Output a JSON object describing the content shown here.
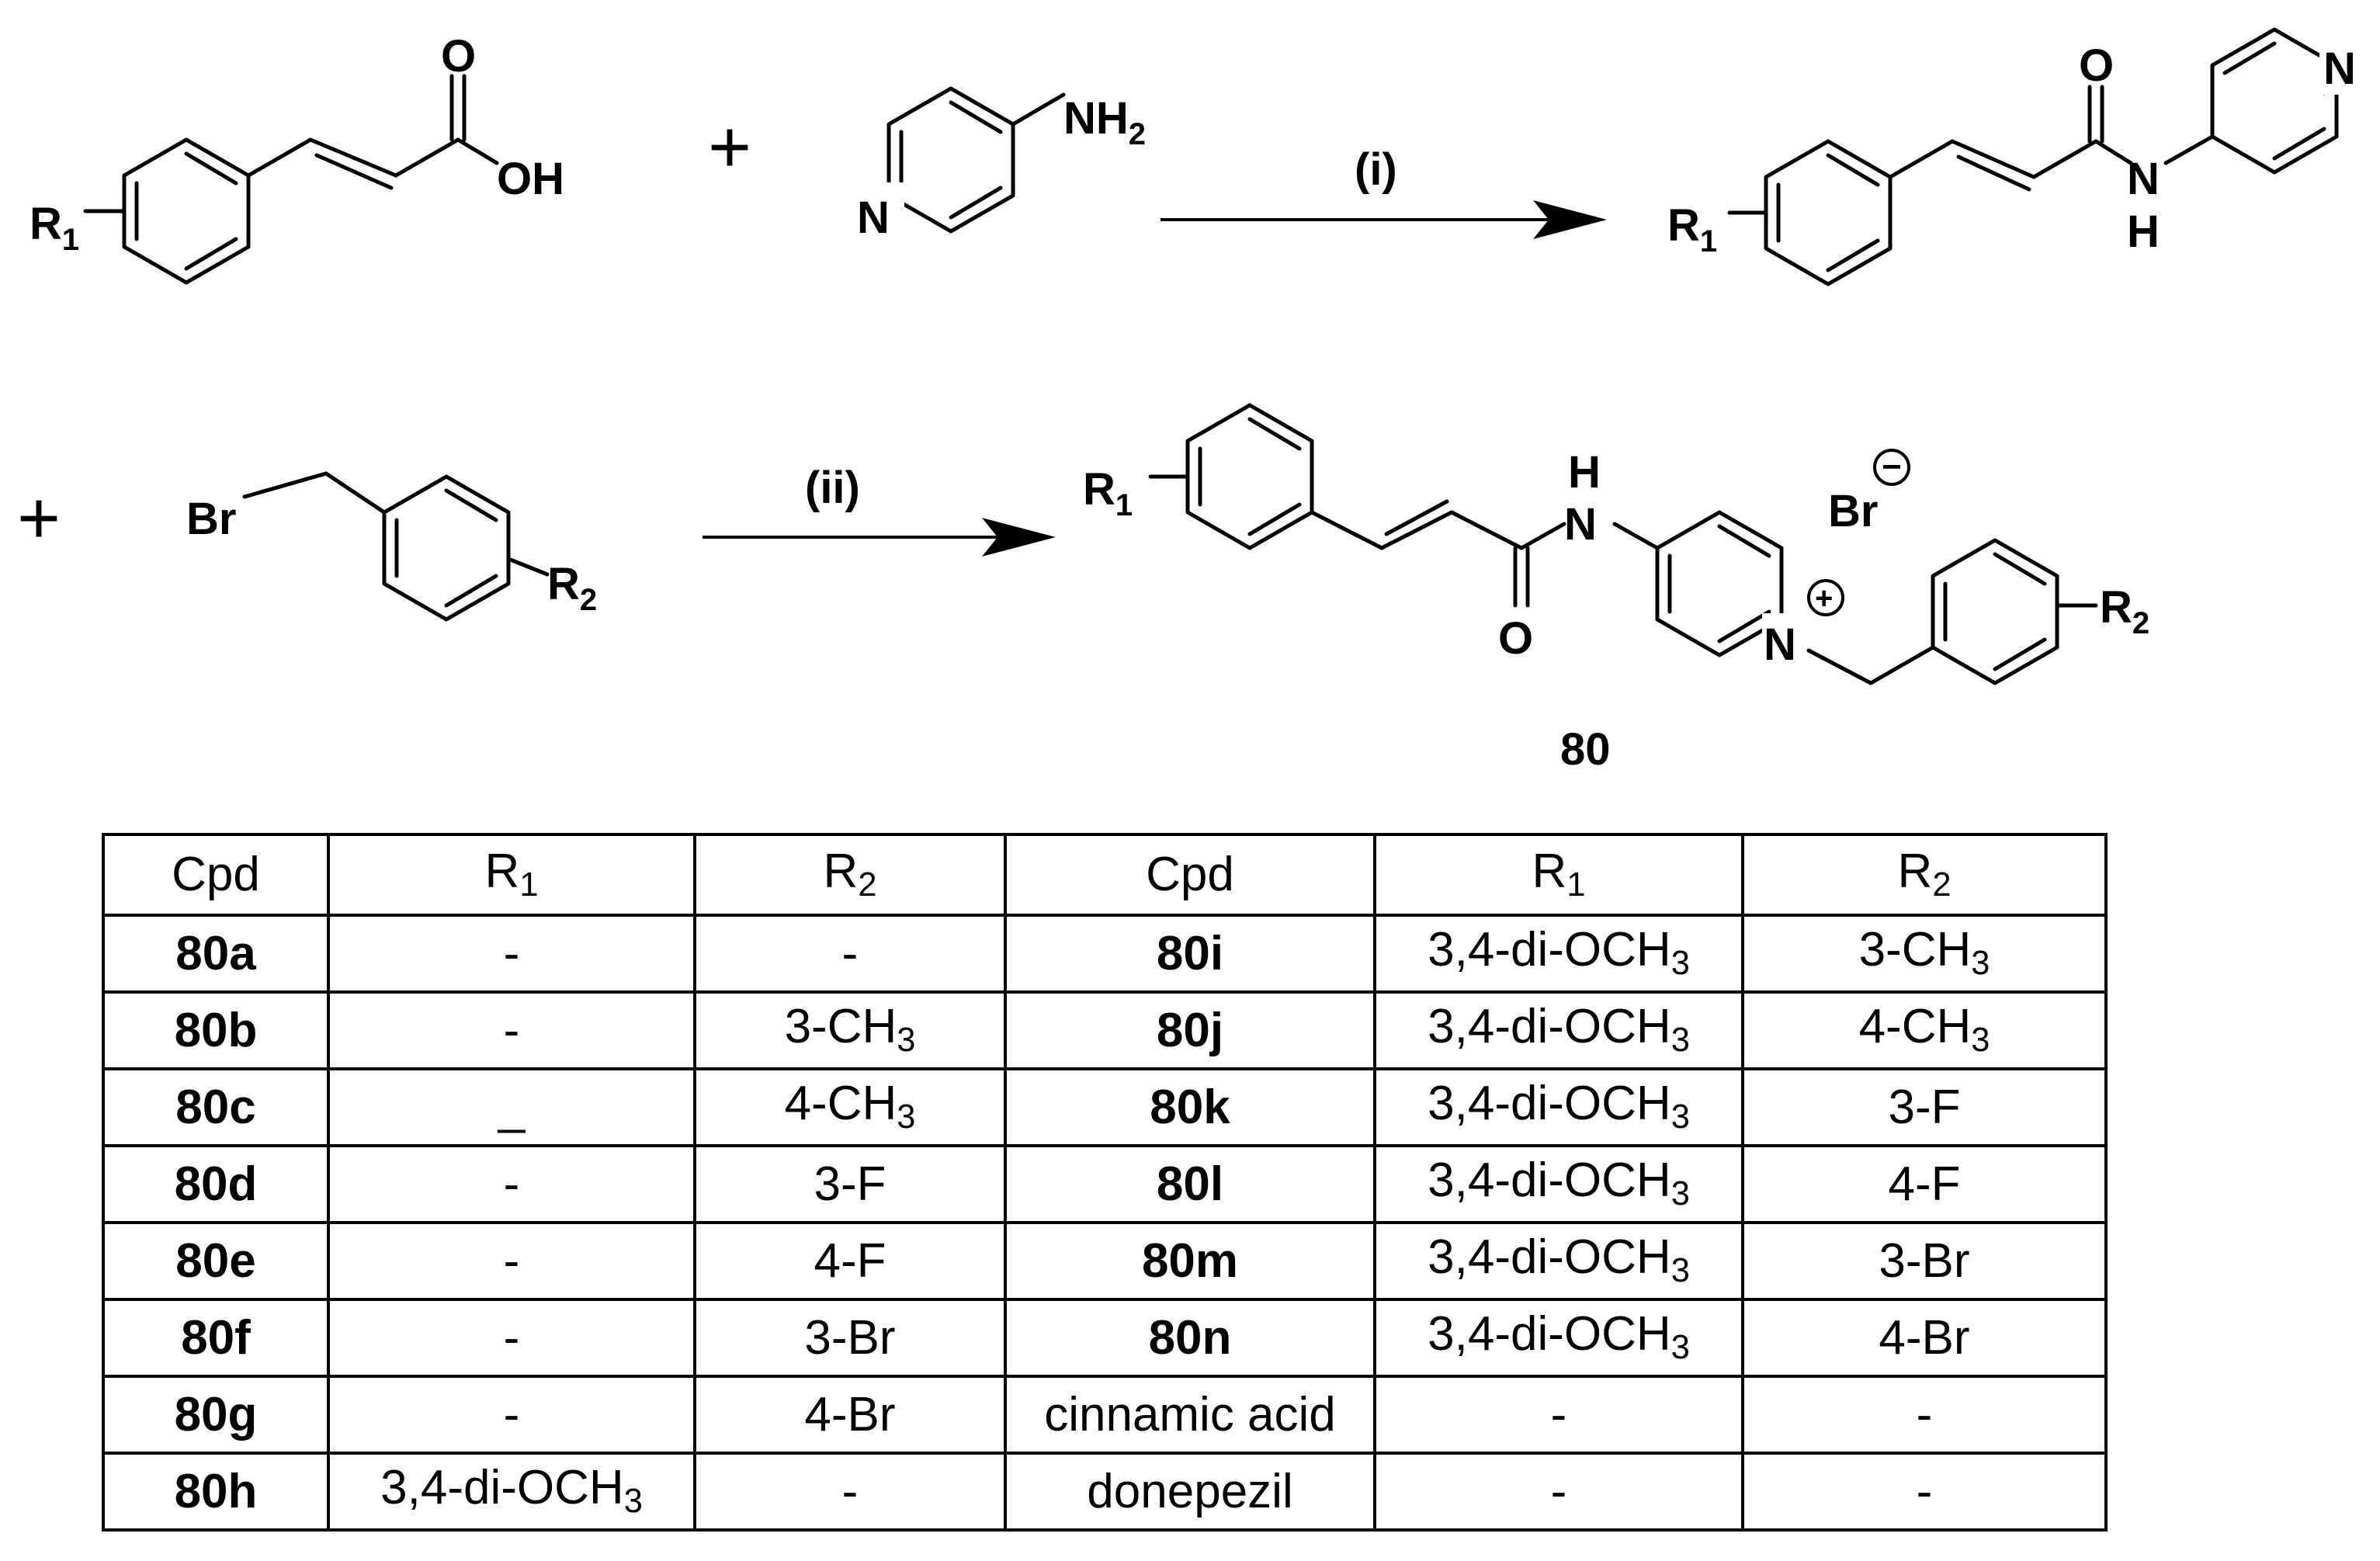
{
  "scheme": {
    "reactant1": {
      "r1": "R",
      "r1_sub": "1",
      "o": "O",
      "oh": "OH"
    },
    "plus1": "+",
    "reactant2": {
      "nh2": "NH",
      "nh2_sub": "2",
      "n": "N"
    },
    "step1": "(i)",
    "product1": {
      "r1": "R",
      "r1_sub": "1",
      "o": "O",
      "nh_n": "N",
      "nh_h": "H",
      "py_n": "N"
    },
    "plus2": "+",
    "reactant3": {
      "br": "Br",
      "r2": "R",
      "r2_sub": "2"
    },
    "step2": "(ii)",
    "product2": {
      "r1": "R",
      "r1_sub": "1",
      "nh_h": "H",
      "nh_n": "N",
      "o": "O",
      "py_n": "N",
      "plus_charge": "+",
      "counter_ion": "Br",
      "minus_charge": "−",
      "r2": "R",
      "r2_sub": "2",
      "compound_label": "80"
    }
  },
  "table": {
    "headers": [
      {
        "text": "Cpd"
      },
      {
        "text": "R",
        "sub": "1"
      },
      {
        "text": "R",
        "sub": "2"
      },
      {
        "text": "Cpd"
      },
      {
        "text": "R",
        "sub": "1"
      },
      {
        "text": "R",
        "sub": "2"
      }
    ],
    "rows": [
      {
        "cpd_left": "80a",
        "r1_left": "-",
        "r2_left": "-",
        "cpd_right": "80i",
        "r1_right": "3,4-di-OCH3",
        "r2_right": "3-CH3"
      },
      {
        "cpd_left": "80b",
        "r1_left": "-",
        "r2_left": "3-CH3",
        "cpd_right": "80j",
        "r1_right": "3,4-di-OCH3",
        "r2_right": "4-CH3"
      },
      {
        "cpd_left": "80c",
        "r1_left": "_",
        "r2_left": "4-CH3",
        "cpd_right": "80k",
        "r1_right": "3,4-di-OCH3",
        "r2_right": "3-F"
      },
      {
        "cpd_left": "80d",
        "r1_left": "-",
        "r2_left": "3-F",
        "cpd_right": "80l",
        "r1_right": "3,4-di-OCH3",
        "r2_right": "4-F"
      },
      {
        "cpd_left": "80e",
        "r1_left": "-",
        "r2_left": "4-F",
        "cpd_right": "80m",
        "r1_right": "3,4-di-OCH3",
        "r2_right": "3-Br"
      },
      {
        "cpd_left": "80f",
        "r1_left": "-",
        "r2_left": "3-Br",
        "cpd_right": "80n",
        "r1_right": "3,4-di-OCH3",
        "r2_right": "4-Br"
      },
      {
        "cpd_left": "80g",
        "r1_left": "-",
        "r2_left": "4-Br",
        "cpd_right": "cinnamic acid",
        "r1_right": "-",
        "r2_right": "-"
      },
      {
        "cpd_left": "80h",
        "r1_left": "3,4-di-OCH3",
        "r2_left": "-",
        "cpd_right": "donepezil",
        "r1_right": "-",
        "r2_right": "-"
      }
    ]
  }
}
